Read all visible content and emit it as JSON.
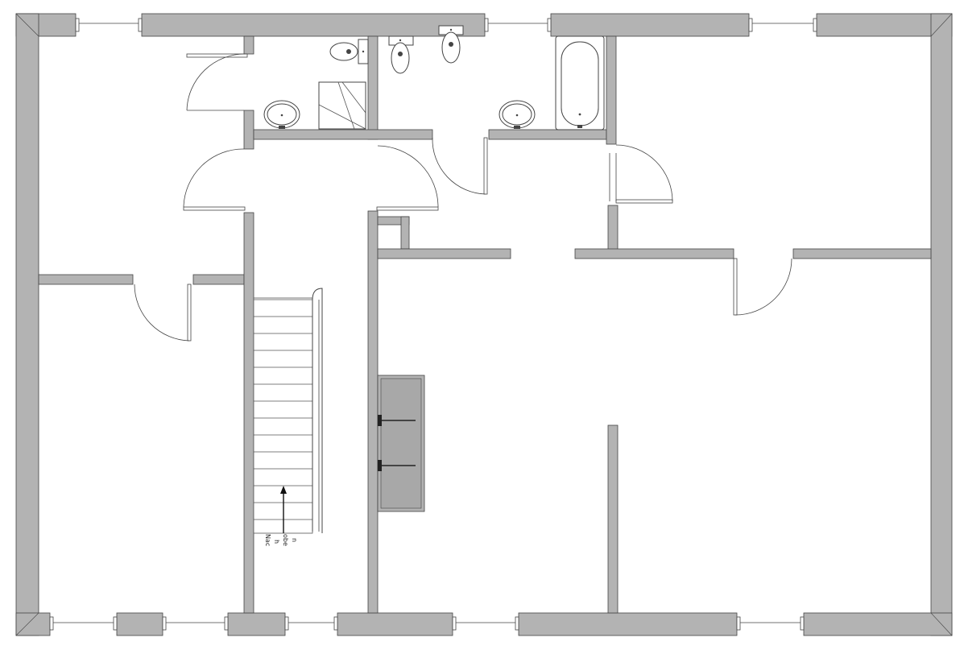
{
  "stair": {
    "label_lines": [
      "Nac",
      "h",
      "obe",
      "n"
    ]
  },
  "colors": {
    "wall_fill": "#b3b3b3",
    "line": "#444444",
    "background": "#ffffff"
  },
  "icons": [
    "toilet-icon",
    "sink-icon",
    "bathtub-icon",
    "shower-icon",
    "stair-arrow-icon",
    "door-swing-icon"
  ]
}
